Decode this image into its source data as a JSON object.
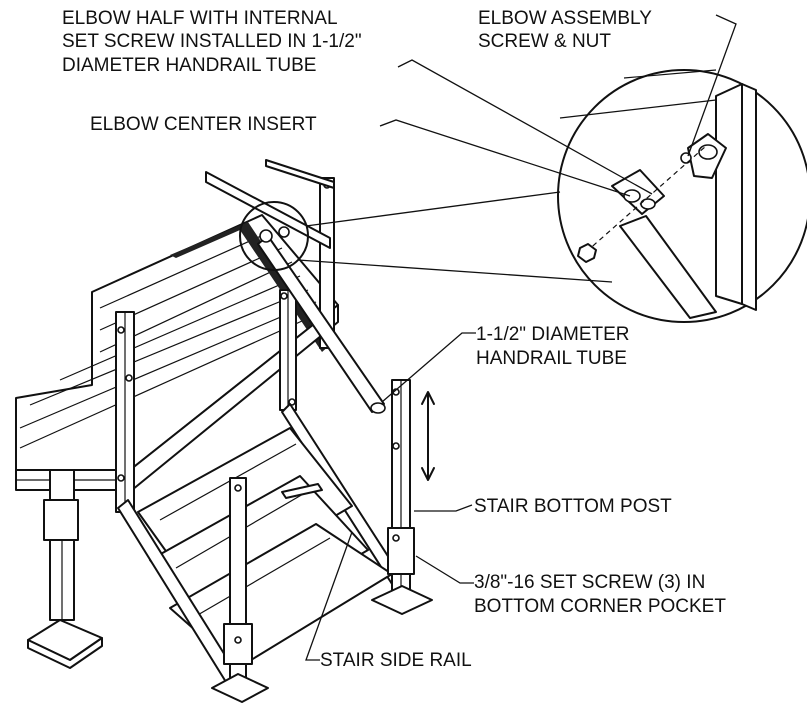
{
  "diagram": {
    "labels": {
      "elbow_half": [
        "ELBOW HALF WITH INTERNAL",
        "SET SCREW INSTALLED IN 1-1/2\"",
        "DIAMETER HANDRAIL TUBE"
      ],
      "elbow_assembly": [
        "ELBOW ASSEMBLY",
        "SCREW & NUT"
      ],
      "elbow_center_insert": "ELBOW CENTER INSERT",
      "handrail_tube": [
        "1-1/2\" DIAMETER",
        "HANDRAIL TUBE"
      ],
      "stair_bottom_post": "STAIR BOTTOM POST",
      "set_screw": [
        "3/8\"-16 SET SCREW (3) IN",
        "BOTTOM CORNER POCKET"
      ],
      "stair_side_rail": "STAIR SIDE RAIL"
    }
  }
}
